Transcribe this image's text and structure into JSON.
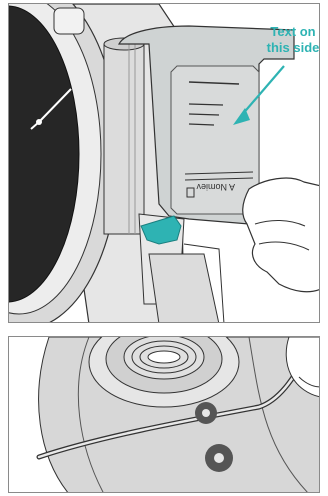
{
  "figure_top": {
    "callout": {
      "line1": "Text on",
      "line2": "this side"
    },
    "label_text": "A Nomiev",
    "accent_color": "#2eb3b3"
  },
  "figure_bottom": {
    "marker_count": 2
  }
}
